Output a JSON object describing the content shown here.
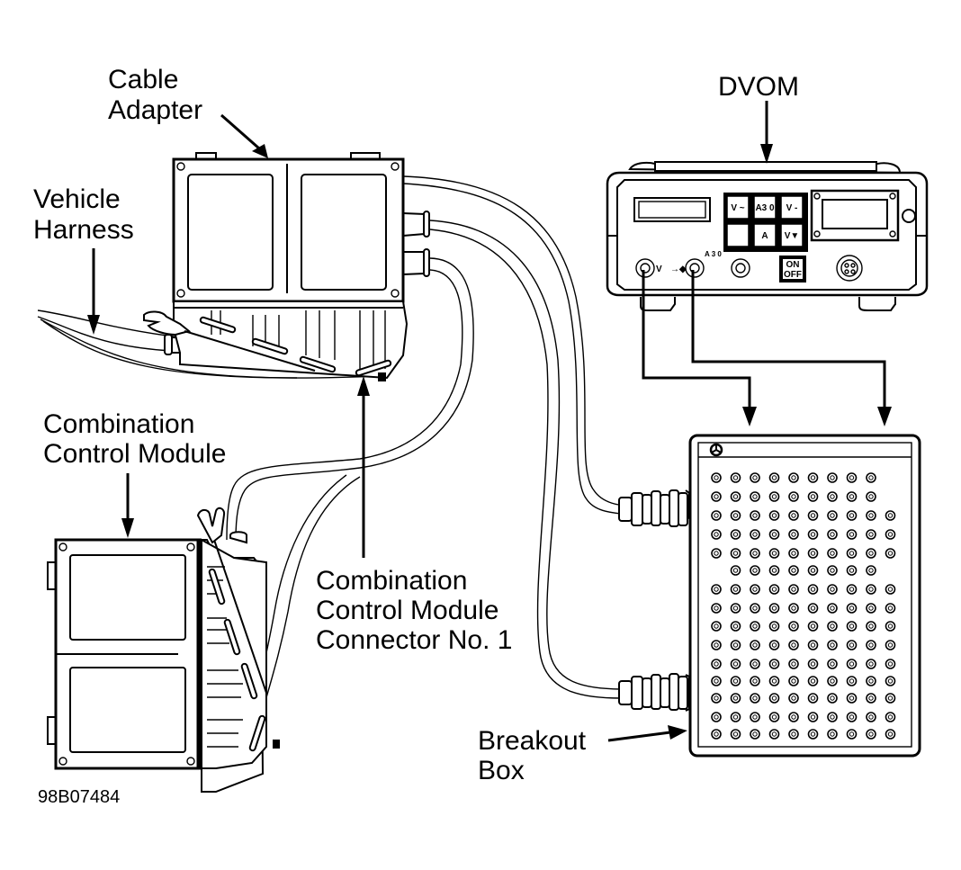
{
  "figure_id": "98B07484",
  "labels": {
    "cable_adapter": [
      "Cable",
      "Adapter"
    ],
    "vehicle_harness": [
      "Vehicle",
      "Harness"
    ],
    "combination_control_module": [
      "Combination",
      "Control Module"
    ],
    "ccm_connector": [
      "Combination",
      "Control Module",
      "Connector No. 1"
    ],
    "dvom": "DVOM",
    "breakout_box": [
      "Breakout",
      "Box"
    ]
  },
  "dvom": {
    "buttons_top": [
      "V ~",
      "A3 0",
      "V -"
    ],
    "buttons_mid": [
      "",
      "A",
      "V▼"
    ],
    "power_button": [
      "ON",
      "OFF"
    ],
    "jack_v_label": "V",
    "jack_diode_label": "→◆",
    "jack_a_label": "A 3 0"
  },
  "breakout_box": {
    "logo": "mercedes-star",
    "pin_rows": [
      9,
      9,
      10,
      10,
      10,
      8,
      10,
      10,
      10,
      10,
      10,
      10,
      10,
      10,
      10
    ]
  }
}
